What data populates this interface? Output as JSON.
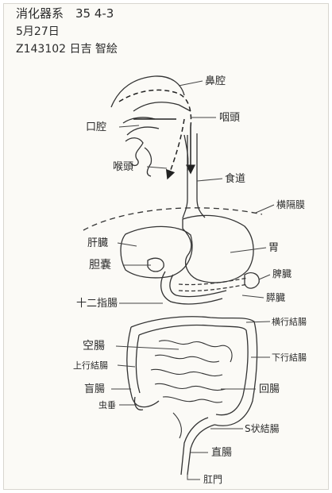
{
  "header": {
    "line1": "消化器系　35 4-3",
    "line2": "5月27日",
    "line3": "Z143102 日吉 智絵"
  },
  "labels": {
    "nasal_cavity": "鼻腔",
    "oral_cavity": "口腔",
    "pharynx": "咽頭",
    "larynx": "喉頭",
    "esophagus": "食道",
    "diaphragm": "横隔膜",
    "liver": "肝臓",
    "stomach": "胃",
    "gallbladder": "胆嚢",
    "spleen": "脾臓",
    "pancreas": "膵臓",
    "duodenum": "十二指腸",
    "transverse_colon": "横行結腸",
    "jejunum": "空腸",
    "descending_colon": "下行結腸",
    "ascending_colon": "上行結腸",
    "ileum": "回腸",
    "cecum": "盲腸",
    "appendix": "虫垂",
    "sigmoid_colon": "S状結腸",
    "rectum": "直腸",
    "anus": "肛門"
  }
}
